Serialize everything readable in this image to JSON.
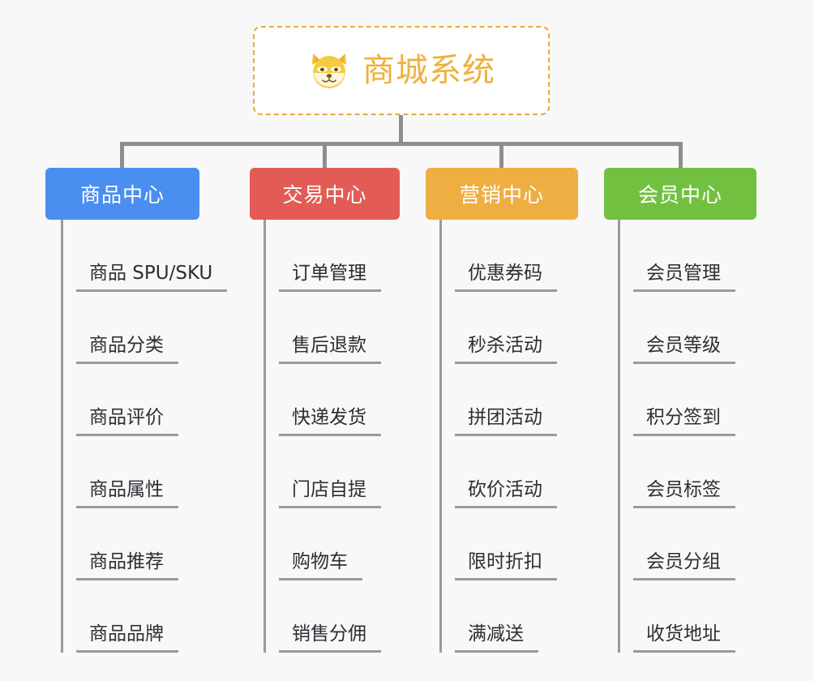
{
  "background_color": "#f8f8f8",
  "root": {
    "title": "商城系统",
    "icon": "shiba-dog-emoji",
    "text_color": "#eeb03f",
    "border_color": "#e8a83d"
  },
  "connector_color": "#8e8e8e",
  "columns": [
    {
      "id": "product-center",
      "label": "商品中心",
      "color": "#4a8ef0",
      "color_name": "blue",
      "items": [
        "商品 SPU/SKU",
        "商品分类",
        "商品评价",
        "商品属性",
        "商品推荐",
        "商品品牌"
      ]
    },
    {
      "id": "trade-center",
      "label": "交易中心",
      "color": "#e35b55",
      "color_name": "red",
      "items": [
        "订单管理",
        "售后退款",
        "快递发货",
        "门店自提",
        "购物车",
        "销售分佣"
      ]
    },
    {
      "id": "marketing-center",
      "label": "营销中心",
      "color": "#eeae42",
      "color_name": "orange",
      "items": [
        "优惠券码",
        "秒杀活动",
        "拼团活动",
        "砍价活动",
        "限时折扣",
        "满减送"
      ]
    },
    {
      "id": "member-center",
      "label": "会员中心",
      "color": "#72c040",
      "color_name": "green",
      "items": [
        "会员管理",
        "会员等级",
        "积分签到",
        "会员标签",
        "会员分组",
        "收货地址"
      ]
    }
  ]
}
